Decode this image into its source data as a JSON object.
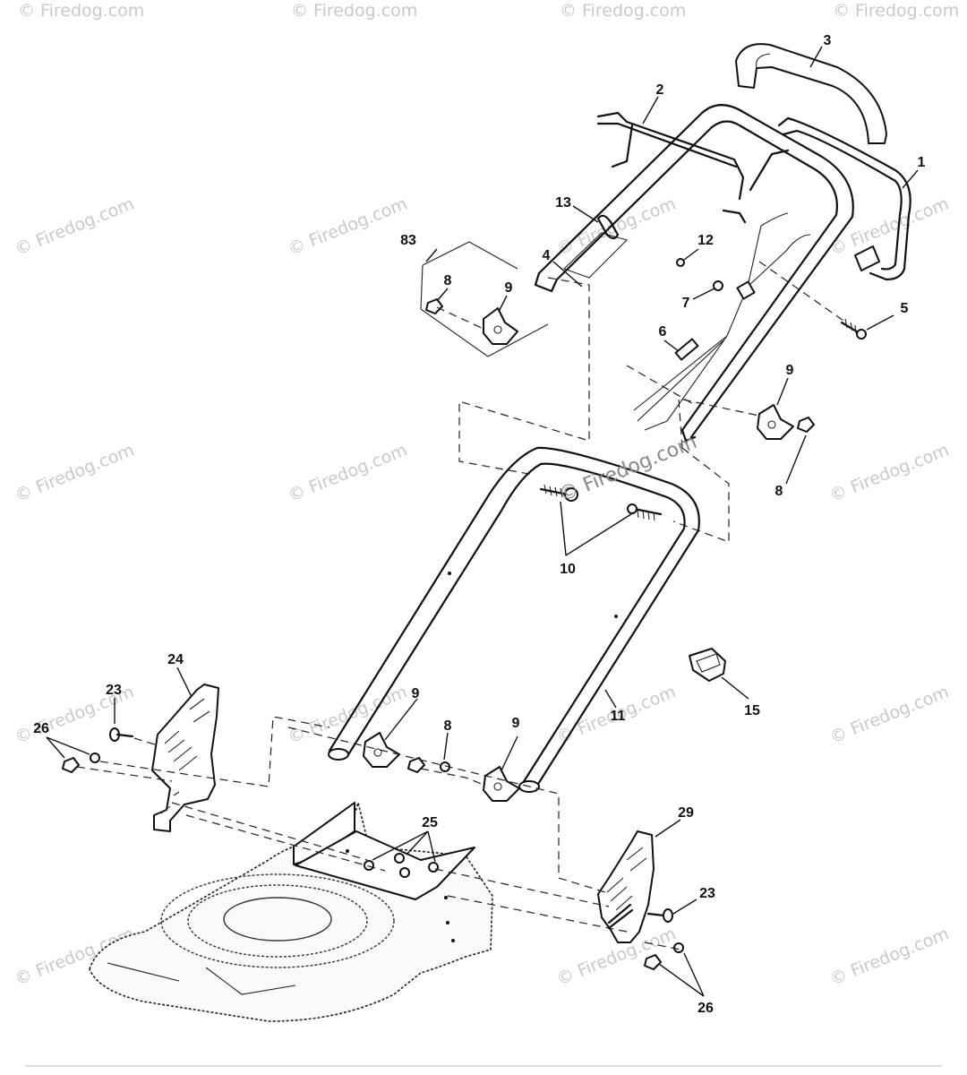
{
  "watermark": {
    "text": "© Firedog.com",
    "center_text": "© Firedog.com"
  },
  "callouts": {
    "c1": "1",
    "c2": "2",
    "c3": "3",
    "c4": "4",
    "c5": "5",
    "c6": "6",
    "c7": "7",
    "c8a": "8",
    "c8b": "8",
    "c8c": "8",
    "c9a": "9",
    "c9b": "9",
    "c9c": "9",
    "c9d": "9",
    "c10": "10",
    "c11": "11",
    "c12": "12",
    "c13": "13",
    "c15": "15",
    "c23a": "23",
    "c23b": "23",
    "c24": "24",
    "c25": "25",
    "c26a": "26",
    "c26b": "26",
    "c29": "29",
    "c83": "83"
  },
  "colors": {
    "line": "#111111",
    "watermark": "#c9c9c9"
  }
}
